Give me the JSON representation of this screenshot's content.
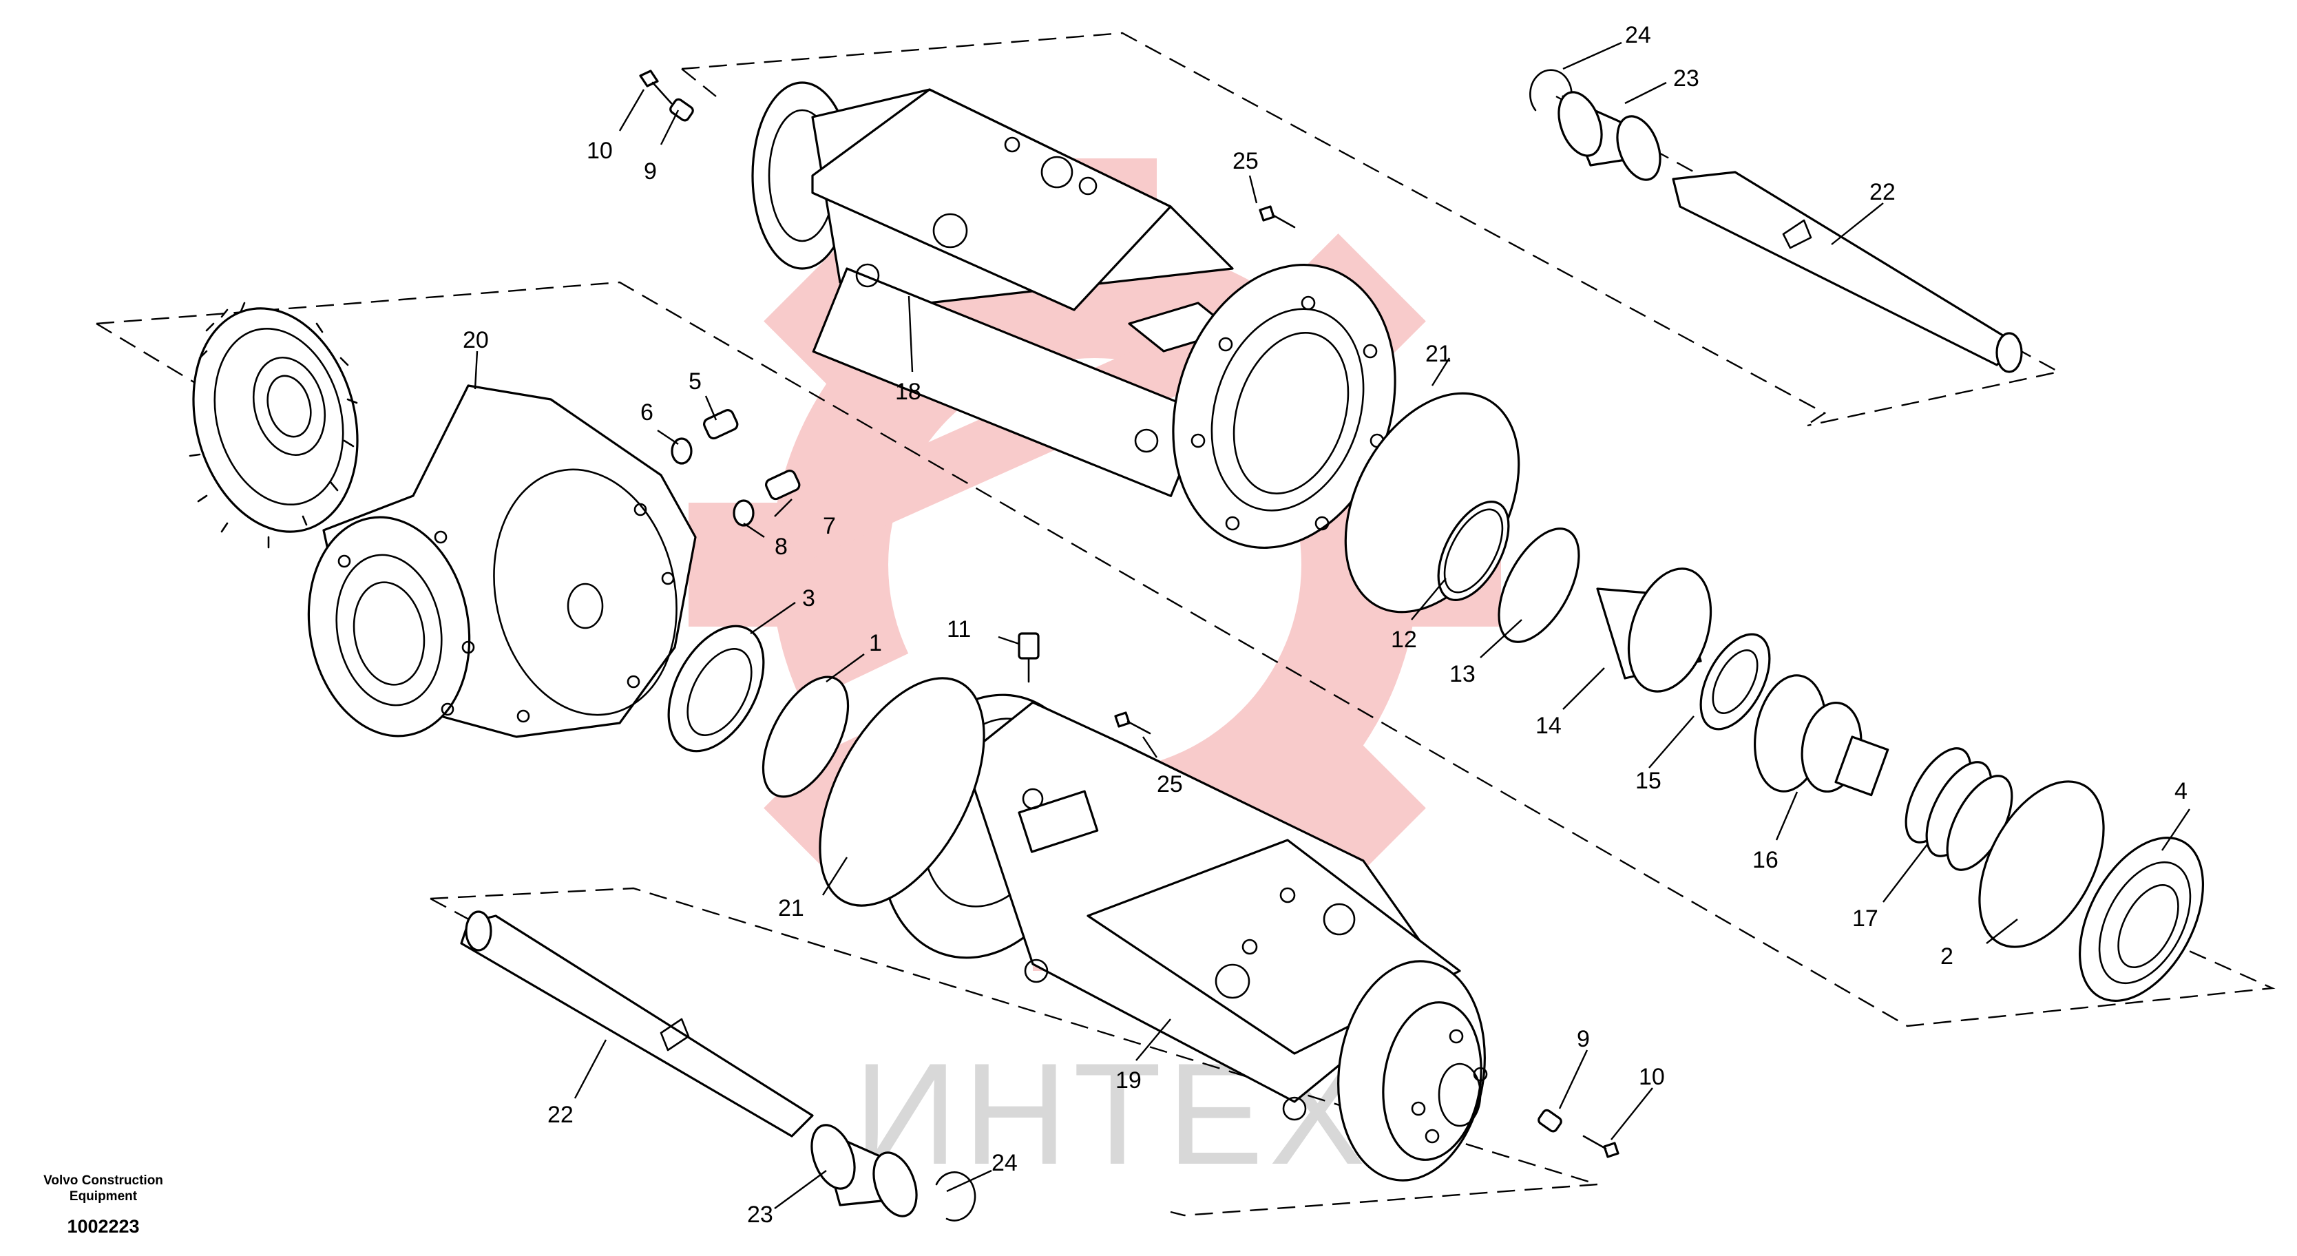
{
  "diagram": {
    "callouts": [
      {
        "id": "c24a",
        "text": "24"
      },
      {
        "id": "c23a",
        "text": "23"
      },
      {
        "id": "c22a",
        "text": "22"
      },
      {
        "id": "c25a",
        "text": "25"
      },
      {
        "id": "c10a",
        "text": "10"
      },
      {
        "id": "c9a",
        "text": "9"
      },
      {
        "id": "c18",
        "text": "18"
      },
      {
        "id": "c20",
        "text": "20"
      },
      {
        "id": "c5",
        "text": "5"
      },
      {
        "id": "c6",
        "text": "6"
      },
      {
        "id": "c7",
        "text": "7"
      },
      {
        "id": "c8",
        "text": "8"
      },
      {
        "id": "c3",
        "text": "3"
      },
      {
        "id": "c1",
        "text": "1"
      },
      {
        "id": "c11",
        "text": "11"
      },
      {
        "id": "c21a",
        "text": "21"
      },
      {
        "id": "c12",
        "text": "12"
      },
      {
        "id": "c13",
        "text": "13"
      },
      {
        "id": "c14",
        "text": "14"
      },
      {
        "id": "c15",
        "text": "15"
      },
      {
        "id": "c16",
        "text": "16"
      },
      {
        "id": "c17",
        "text": "17"
      },
      {
        "id": "c4",
        "text": "4"
      },
      {
        "id": "c2",
        "text": "2"
      },
      {
        "id": "c25b",
        "text": "25"
      },
      {
        "id": "c21b",
        "text": "21"
      },
      {
        "id": "c19",
        "text": "19"
      },
      {
        "id": "c22b",
        "text": "22"
      },
      {
        "id": "c23b",
        "text": "23"
      },
      {
        "id": "c24b",
        "text": "24"
      },
      {
        "id": "c9b",
        "text": "9"
      },
      {
        "id": "c10b",
        "text": "10"
      }
    ],
    "caption_line1": "Volvo Construction",
    "caption_line2": "Equipment",
    "document_number": "1002223",
    "watermark_text": "ИНТЕХ",
    "watermark_color": "#f2a0a0",
    "watermark_text_color": "#d8d8d8",
    "line_color": "#000000"
  }
}
